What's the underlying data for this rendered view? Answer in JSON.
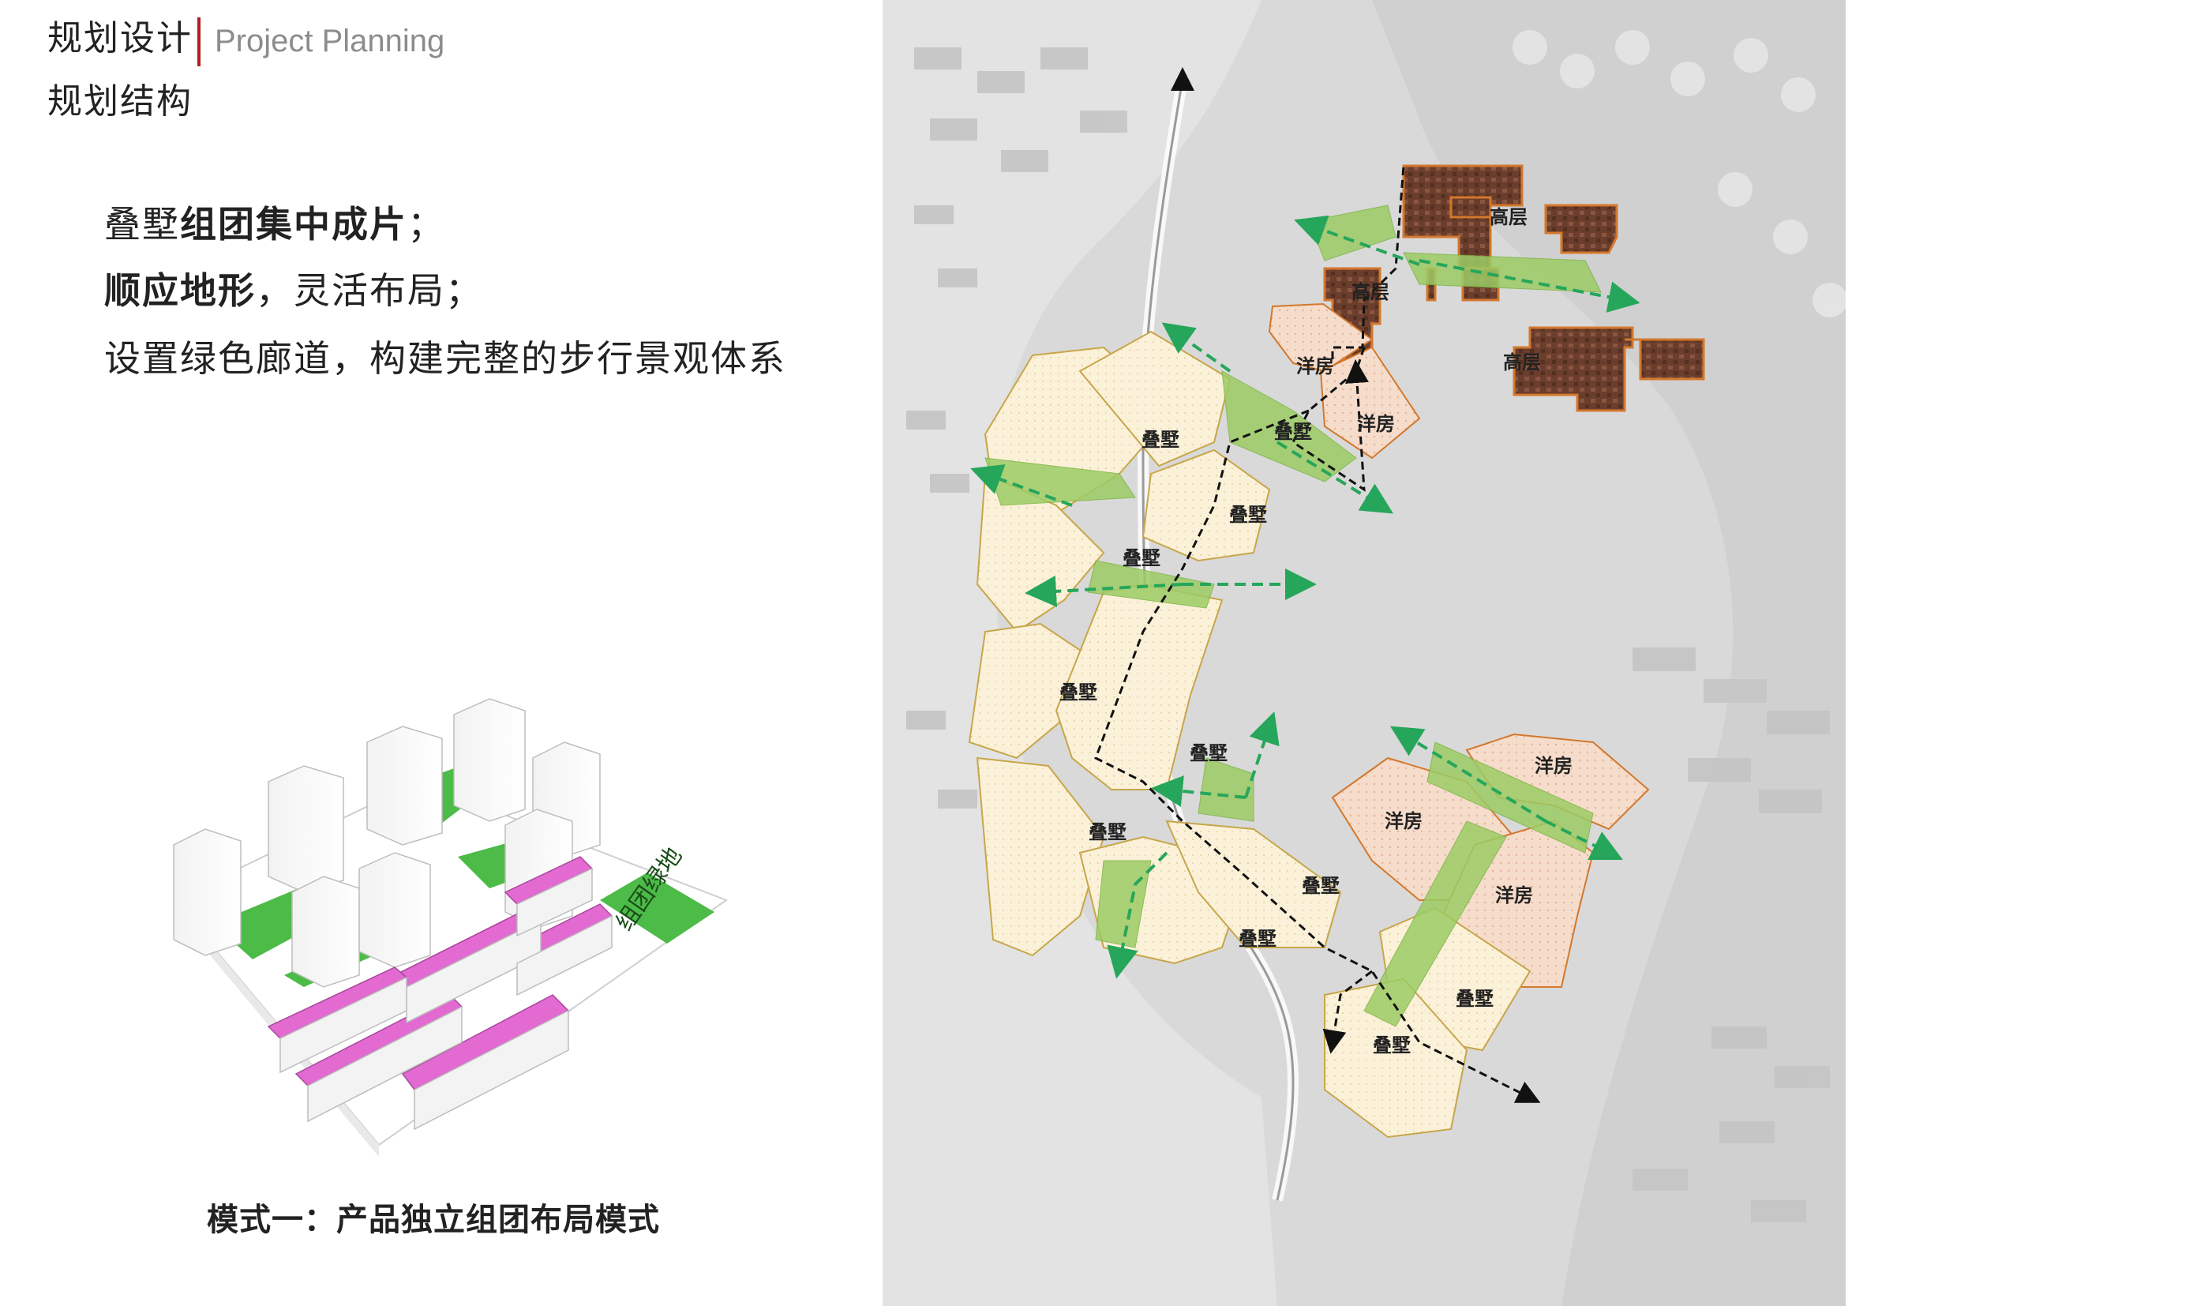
{
  "header": {
    "title_zh": "规划设计",
    "title_en": "Project Planning",
    "subtitle": "规划结构"
  },
  "bullets": [
    {
      "bold_part": "",
      "normal_part": "叠墅",
      "bold_tail": "组团集中成片",
      "tail": "；"
    },
    {
      "bold_part": "顺应地形",
      "normal_part": "，灵活布局；",
      "bold_tail": "",
      "tail": ""
    },
    {
      "bold_part": "",
      "normal_part": "设置绿色廊道，构建完整的步行景观体系",
      "bold_tail": "",
      "tail": ""
    }
  ],
  "diagram": {
    "green_label": "组团绿地",
    "caption": "模式一：产品独立组团布局模式"
  },
  "plan": {
    "labels": {
      "gaoceng": "高层",
      "yangfang": "洋房",
      "diepu": "叠墅"
    },
    "colors": {
      "highrise": "#6b3d2c",
      "yangfang": "#f6dccb",
      "diepu": "#fbf1d8",
      "corridor": "#9ccc65",
      "arrow": "#26a65b",
      "path": "#111111"
    }
  }
}
